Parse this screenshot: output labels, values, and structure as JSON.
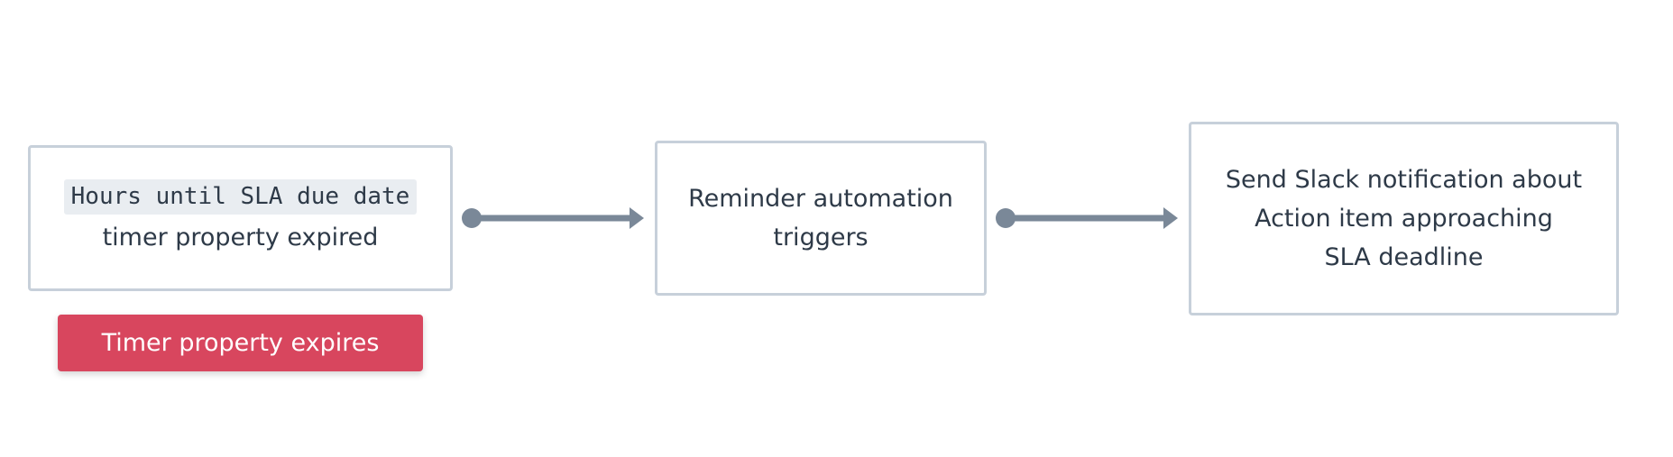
{
  "nodes": [
    {
      "code": "Hours until SLA due date",
      "lines": [
        "timer property expired"
      ]
    },
    {
      "lines": [
        "Reminder automation",
        "triggers"
      ]
    },
    {
      "lines": [
        "Send Slack notification about",
        "Action item approaching",
        "SLA deadline"
      ]
    }
  ],
  "badge": {
    "label": "Timer property expires"
  },
  "colors": {
    "node_border": "#c7d0da",
    "connector": "#7a8898",
    "badge_bg": "#d8465e",
    "text": "#2e3a48",
    "code_bg": "#e9edf1"
  }
}
